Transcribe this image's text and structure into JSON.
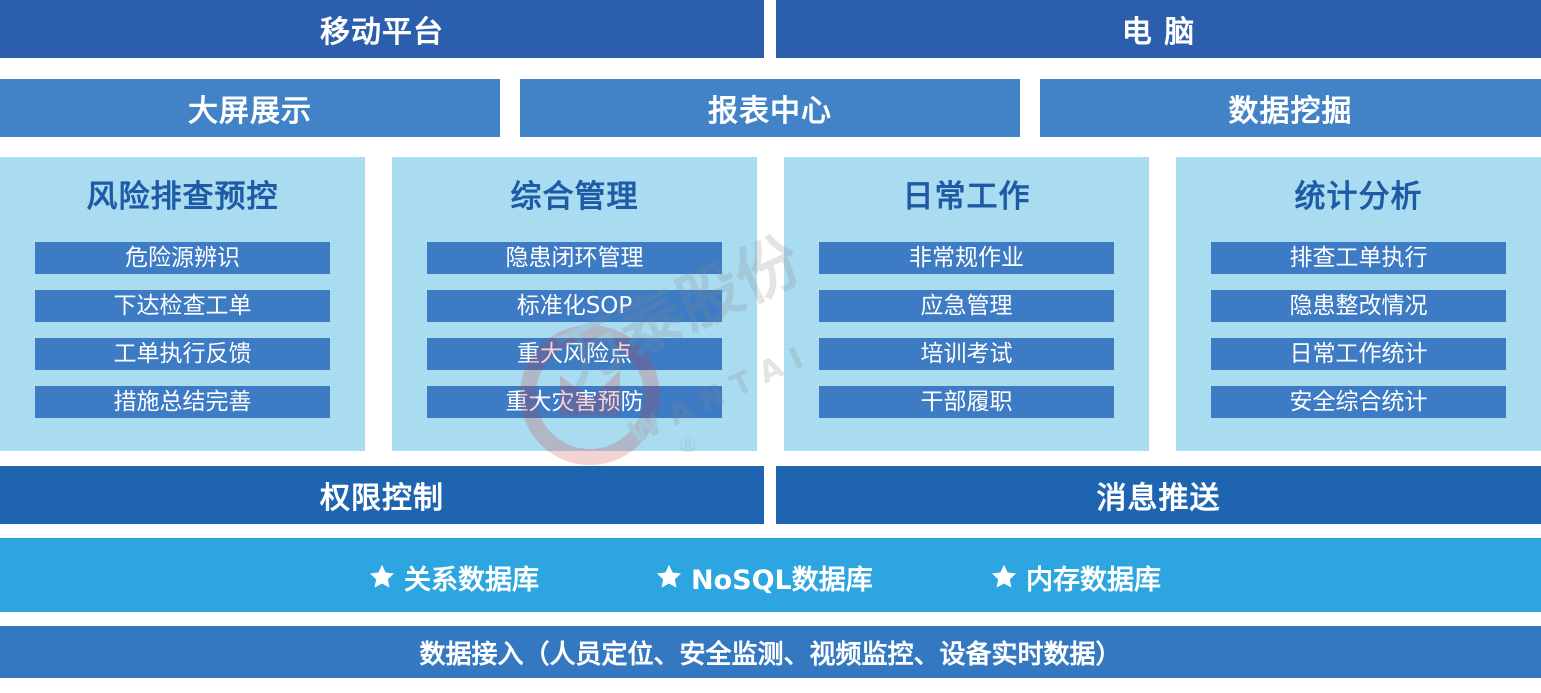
{
  "layers": {
    "mobile": "移动平台",
    "pc": "电 脑",
    "big_screen": "大屏展示",
    "report_center": "报表中心",
    "data_mining": "数据挖掘"
  },
  "modules": [
    {
      "title": "风险排查预控",
      "items": [
        "危险源辨识",
        "下达检查工单",
        "工单执行反馈",
        "措施总结完善"
      ]
    },
    {
      "title": "综合管理",
      "items": [
        "隐患闭环管理",
        "标准化SOP",
        "重大风险点",
        "重大灾害预防"
      ]
    },
    {
      "title": "日常工作",
      "items": [
        "非常规作业",
        "应急管理",
        "培训考试",
        "干部履职"
      ]
    },
    {
      "title": "统计分析",
      "items": [
        "排查工单执行",
        "隐患整改情况",
        "日常工作统计",
        "安全综合统计"
      ]
    }
  ],
  "services": {
    "permission": "权限控制",
    "message": "消息推送"
  },
  "storage": [
    {
      "icon": "star-icon",
      "label": "关系数据库"
    },
    {
      "icon": "star-icon",
      "label": "NoSQL数据库"
    },
    {
      "icon": "star-icon",
      "label": "内存数据库"
    }
  ],
  "data_access": "数据接入（人员定位、安全监测、视频监控、设备实时数据）",
  "watermark": {
    "brand": "万泰股份",
    "letters": "W A N T A I",
    "registered": "®"
  },
  "colors": {
    "dark_blue": "#2b5fad",
    "mid_blue": "#4282c6",
    "light_blue": "#a9dcf0",
    "cyan": "#2da5e0",
    "module_title": "#1f5aa6"
  }
}
